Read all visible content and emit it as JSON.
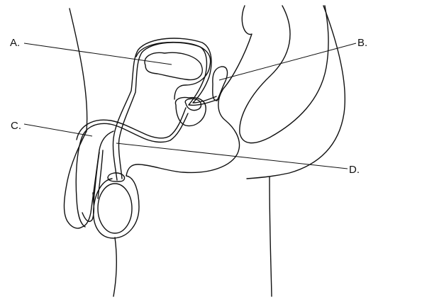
{
  "labels": {
    "a": "A.",
    "b": "B.",
    "c": "C.",
    "d": "D."
  },
  "colors": {
    "line": "#111111",
    "background": "#ffffff"
  }
}
